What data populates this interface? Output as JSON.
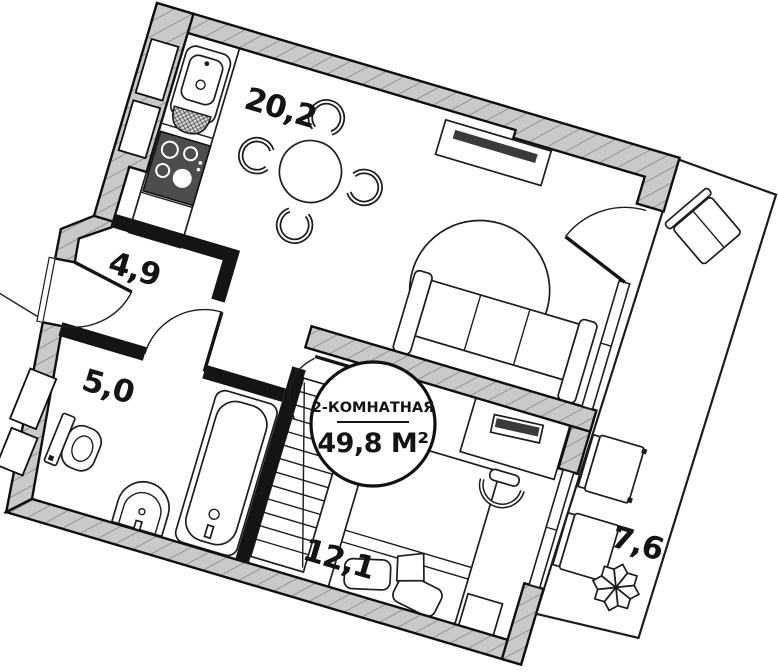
{
  "plan": {
    "badge": {
      "type_label": "2-КОМНАТНАЯ",
      "area_label": "49,8 М²"
    },
    "rooms": [
      {
        "name": "kitchen-living-room",
        "area": "20,2"
      },
      {
        "name": "hallway",
        "area": "4,9"
      },
      {
        "name": "bathroom",
        "area": "5,0"
      },
      {
        "name": "bedroom",
        "area": "12,1"
      },
      {
        "name": "balcony",
        "area": "7,6"
      }
    ],
    "colors": {
      "wall_fill": "#c9c9c9",
      "wall_hatch": "#949494",
      "outline": "#0f0f0f",
      "partition": "#141414",
      "appliance_dark": "#4d4d4d",
      "tv_screen": "#3a3a3a",
      "background": "#ffffff"
    },
    "rotation_deg": 16.5
  }
}
